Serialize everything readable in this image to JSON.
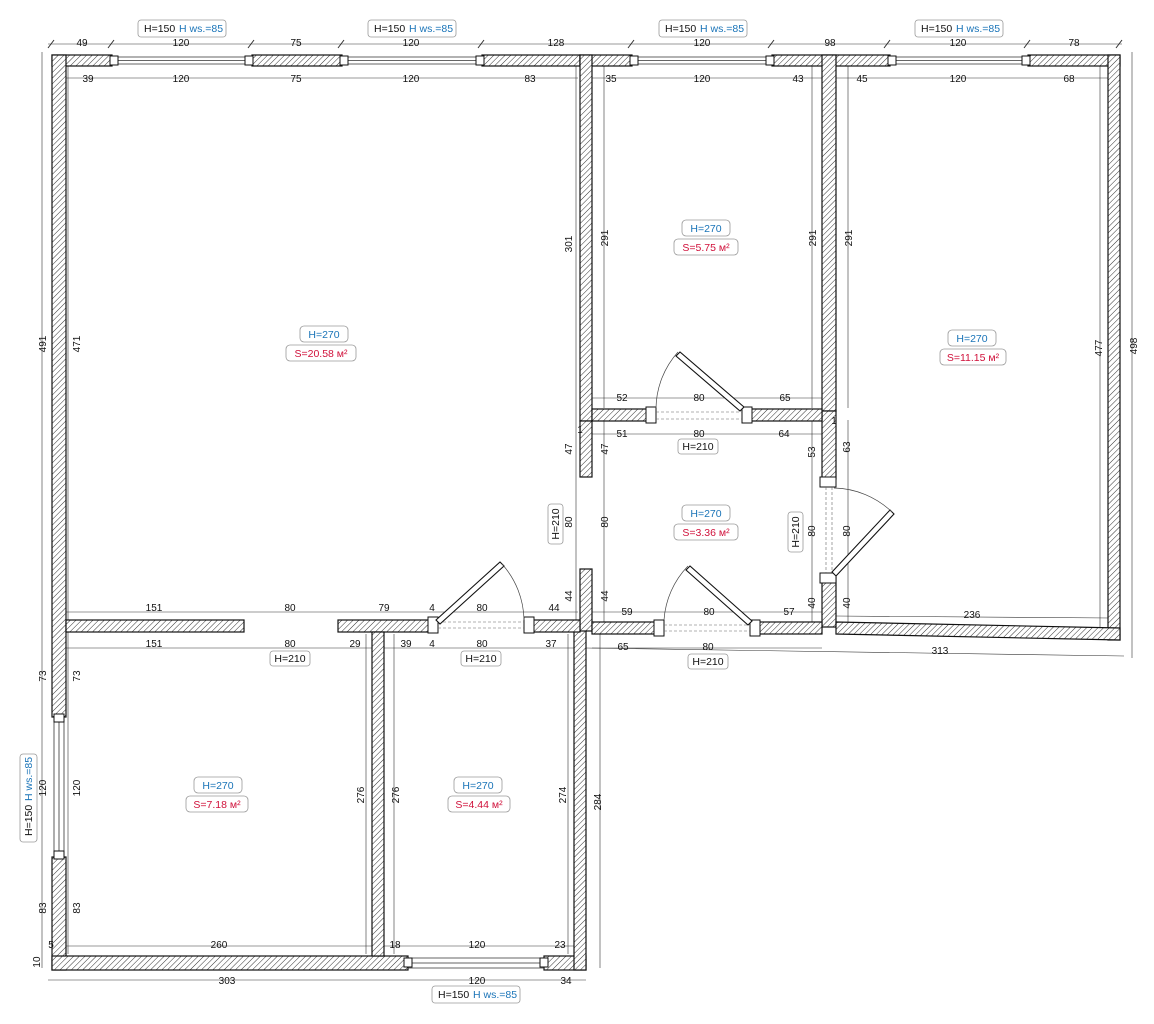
{
  "colors": {
    "wall_outline": "#111111",
    "hatch": "#333333",
    "dimension_text": "#111111",
    "height_label": "#1a74b8",
    "window_sill_label": "#1a74b8",
    "area_label": "#d0103a",
    "tag_border": "#9a9a9a"
  },
  "rooms": [
    {
      "name": "room-large-left",
      "height": "H=270",
      "area": "S=20.58 м²"
    },
    {
      "name": "room-top-middle",
      "height": "H=270",
      "area": "S=5.75 м²"
    },
    {
      "name": "room-right",
      "height": "H=270",
      "area": "S=11.15 м²"
    },
    {
      "name": "room-hall",
      "height": "H=270",
      "area": "S=3.36 м²"
    },
    {
      "name": "room-bottom-left",
      "height": "H=270",
      "area": "S=7.18 м²"
    },
    {
      "name": "room-bottom-middle",
      "height": "H=270",
      "area": "S=4.44 м²"
    }
  ],
  "window_tags": [
    {
      "h": "H=150",
      "ws": "H ws.=85"
    },
    {
      "h": "H=150",
      "ws": "H ws.=85"
    },
    {
      "h": "H=150",
      "ws": "H ws.=85"
    },
    {
      "h": "H=150",
      "ws": "H ws.=85"
    },
    {
      "h": "H=150",
      "ws": "H ws.=85"
    },
    {
      "h": "H=150",
      "ws": "H ws.=85"
    }
  ],
  "door_tags": [
    {
      "h": "H=210"
    },
    {
      "h": "H=210"
    },
    {
      "h": "H=210"
    },
    {
      "h": "H=210"
    },
    {
      "h": "H=210"
    },
    {
      "h": "H=210"
    }
  ],
  "dimensions": {
    "top_outer": [
      "49",
      "120",
      "75",
      "120",
      "128",
      "120",
      "98",
      "120",
      "78"
    ],
    "top_inner_left": [
      "39",
      "120",
      "75",
      "120",
      "83"
    ],
    "top_inner_middle": [
      "35",
      "120",
      "43"
    ],
    "top_inner_right": [
      "45",
      "120",
      "68"
    ],
    "left_outer": [
      "491",
      "73",
      "120",
      "83",
      "10"
    ],
    "left_inner": [
      "471",
      "73",
      "120",
      "83",
      "5"
    ],
    "right_outer": [
      "498",
      "313"
    ],
    "right_inner": [
      "477",
      "236"
    ],
    "bottom_outer": [
      "303",
      "120",
      "34"
    ],
    "bottom_inner": [
      "260",
      "18",
      "120",
      "23"
    ],
    "wall_lower_left_top": [
      "151",
      "80",
      "79",
      "4",
      "80",
      "44"
    ],
    "wall_lower_left_bottom": [
      "151",
      "80",
      "29",
      "39",
      "4",
      "80",
      "37"
    ],
    "wall_hall_top": [
      "52",
      "80",
      "65"
    ],
    "wall_hall_top_below": [
      "51",
      "80",
      "64"
    ],
    "wall_hall_bottom": [
      "59",
      "80",
      "57"
    ],
    "wall_hall_bottom_below": [
      "65",
      "80"
    ],
    "vertical_misc": [
      "301",
      "291",
      "291",
      "291",
      "47",
      "47",
      "80",
      "80",
      "44",
      "44",
      "1",
      "1",
      "53",
      "63",
      "80",
      "80",
      "40",
      "40",
      "276",
      "276",
      "274",
      "284"
    ]
  }
}
